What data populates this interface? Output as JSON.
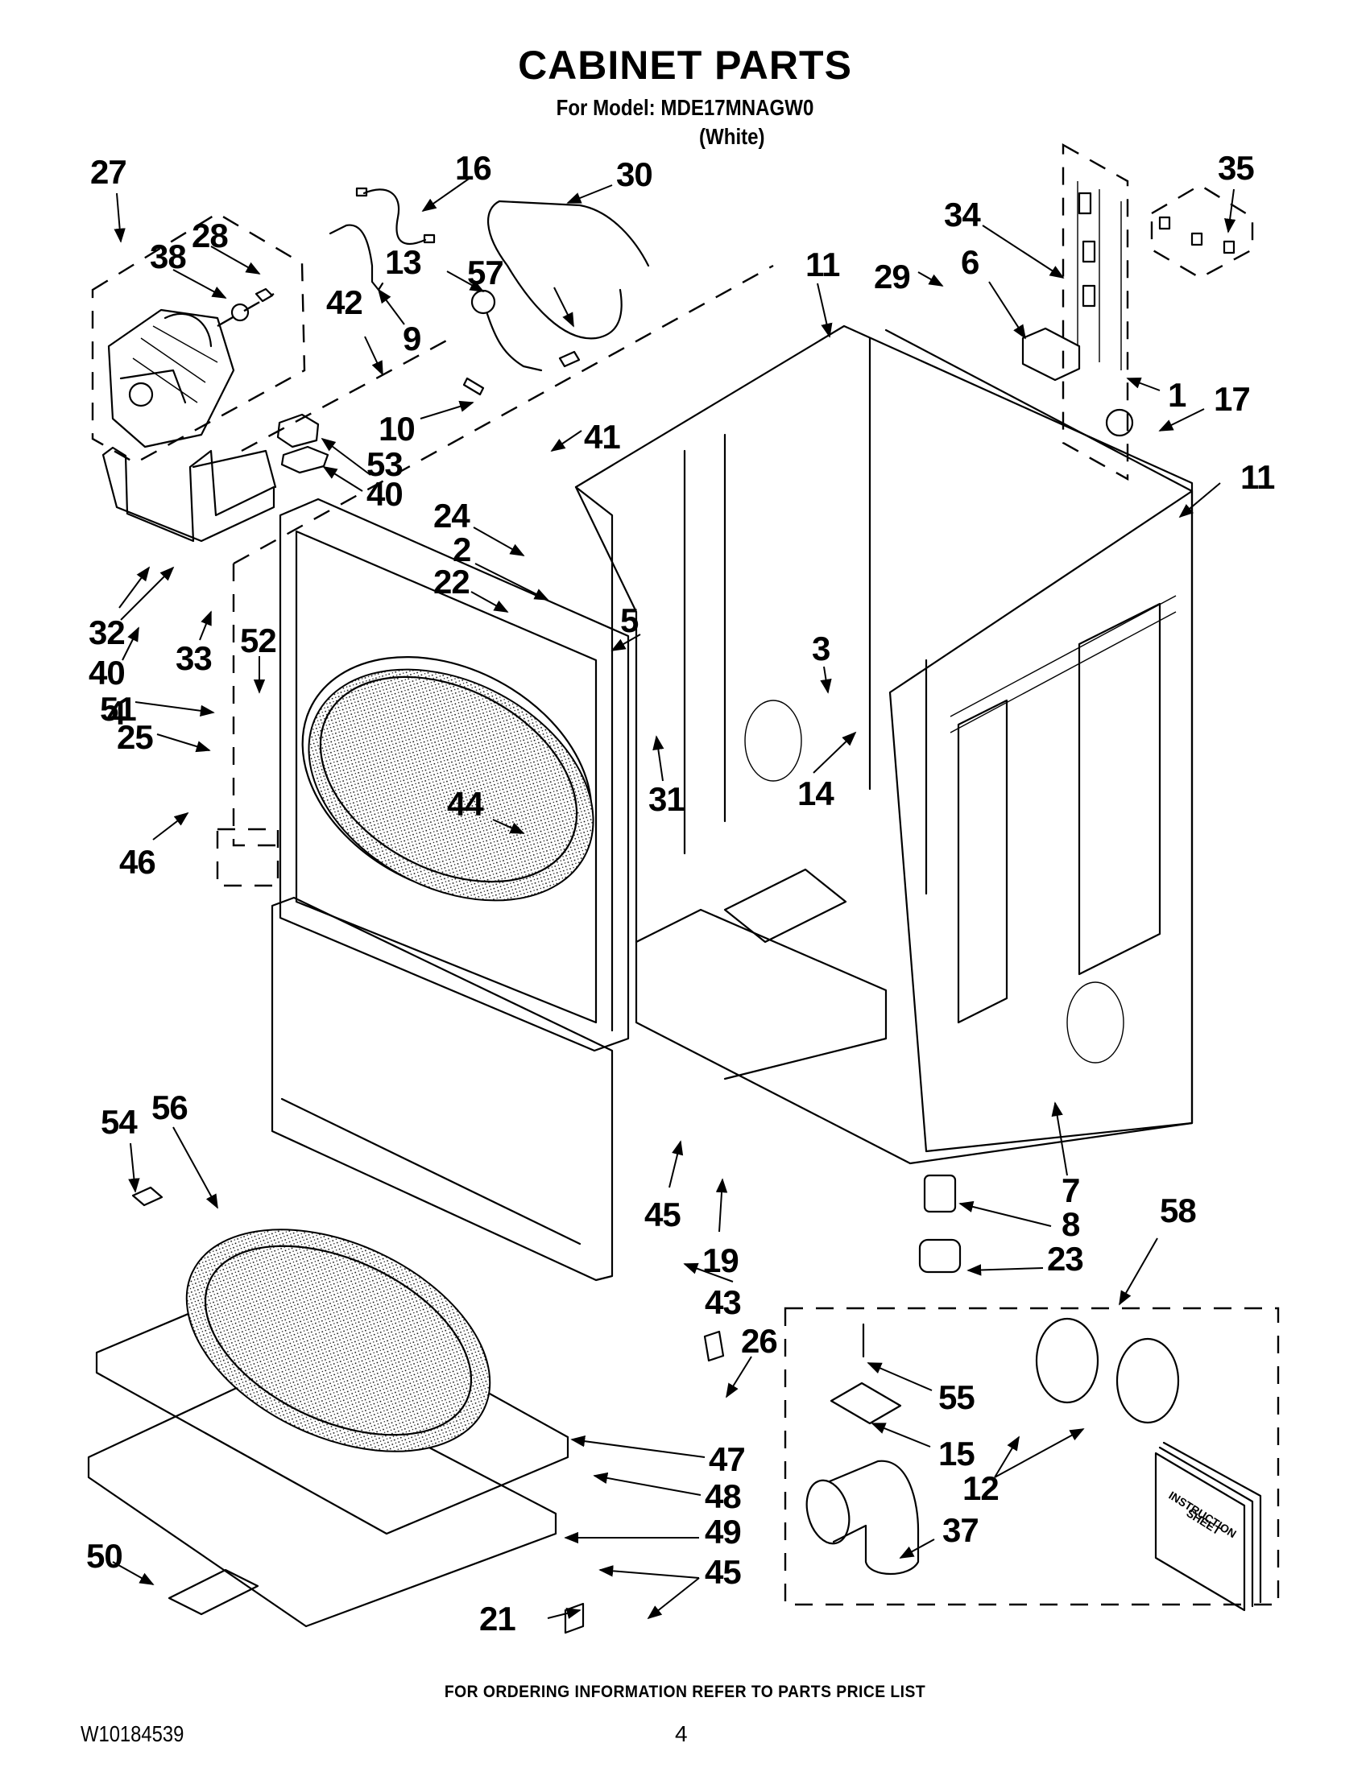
{
  "header": {
    "title": "CABINET PARTS",
    "model_line": "For Model: MDE17MNAGW0",
    "color_line": "(White)"
  },
  "footer": {
    "ordering_note": "FOR ORDERING INFORMATION REFER TO PARTS PRICE LIST",
    "document_number": "W10184539",
    "page_number": "4"
  },
  "diagram": {
    "manual_label_line1": "INSTRUCTION",
    "manual_label_line2": "SHEET",
    "callouts": [
      {
        "id": "27",
        "label": "27"
      },
      {
        "id": "28",
        "label": "28"
      },
      {
        "id": "38",
        "label": "38"
      },
      {
        "id": "16",
        "label": "16"
      },
      {
        "id": "30",
        "label": "30"
      },
      {
        "id": "13",
        "label": "13"
      },
      {
        "id": "57",
        "label": "57"
      },
      {
        "id": "9",
        "label": "9"
      },
      {
        "id": "42",
        "label": "42"
      },
      {
        "id": "10",
        "label": "10"
      },
      {
        "id": "53",
        "label": "53"
      },
      {
        "id": "40a",
        "label": "40"
      },
      {
        "id": "41",
        "label": "41"
      },
      {
        "id": "24",
        "label": "24"
      },
      {
        "id": "2",
        "label": "2"
      },
      {
        "id": "22",
        "label": "22"
      },
      {
        "id": "5",
        "label": "5"
      },
      {
        "id": "3",
        "label": "3"
      },
      {
        "id": "31",
        "label": "31"
      },
      {
        "id": "14",
        "label": "14"
      },
      {
        "id": "44",
        "label": "44"
      },
      {
        "id": "11a",
        "label": "11"
      },
      {
        "id": "29",
        "label": "29"
      },
      {
        "id": "6",
        "label": "6"
      },
      {
        "id": "34",
        "label": "34"
      },
      {
        "id": "35",
        "label": "35"
      },
      {
        "id": "1",
        "label": "1"
      },
      {
        "id": "17",
        "label": "17"
      },
      {
        "id": "11b",
        "label": "11"
      },
      {
        "id": "32",
        "label": "32"
      },
      {
        "id": "40b",
        "label": "40"
      },
      {
        "id": "4",
        "label": "4"
      },
      {
        "id": "33",
        "label": "33"
      },
      {
        "id": "52",
        "label": "52"
      },
      {
        "id": "51",
        "label": "51"
      },
      {
        "id": "25",
        "label": "25"
      },
      {
        "id": "46",
        "label": "46"
      },
      {
        "id": "7",
        "label": "7"
      },
      {
        "id": "8",
        "label": "8"
      },
      {
        "id": "23",
        "label": "23"
      },
      {
        "id": "58",
        "label": "58"
      },
      {
        "id": "45a",
        "label": "45"
      },
      {
        "id": "19",
        "label": "19"
      },
      {
        "id": "43",
        "label": "43"
      },
      {
        "id": "54",
        "label": "54"
      },
      {
        "id": "56",
        "label": "56"
      },
      {
        "id": "26",
        "label": "26"
      },
      {
        "id": "55",
        "label": "55"
      },
      {
        "id": "15",
        "label": "15"
      },
      {
        "id": "12",
        "label": "12"
      },
      {
        "id": "37",
        "label": "37"
      },
      {
        "id": "47",
        "label": "47"
      },
      {
        "id": "48",
        "label": "48"
      },
      {
        "id": "49",
        "label": "49"
      },
      {
        "id": "45b",
        "label": "45"
      },
      {
        "id": "50",
        "label": "50"
      },
      {
        "id": "21",
        "label": "21"
      }
    ]
  }
}
